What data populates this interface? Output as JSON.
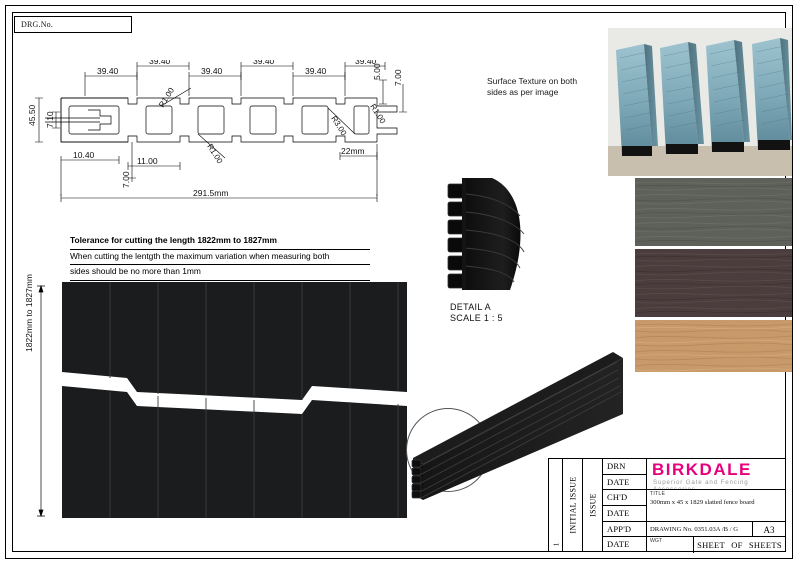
{
  "drawing": {
    "drgno_label": "DRG.No.",
    "sheet_size": "A3"
  },
  "cross_section": {
    "dims": {
      "overall_width": "291.5mm",
      "height": "45.50",
      "groove_height": "7.10",
      "left_offset": "10.40",
      "web_width": "11.00",
      "bottom_rib": "7.00",
      "top_rib_5": "5.00",
      "top_rib_7": "7.00",
      "lip": "22mm",
      "radius_1": "R1.00",
      "radius_1b": "R1.00",
      "radius_3": "R3.00",
      "pitch": "39.40"
    },
    "pitch_labels": [
      "39.40",
      "39.40",
      "39.40",
      "39.40",
      "39.40",
      "39.40"
    ]
  },
  "notes": {
    "surface_texture": "Surface Texture on both\nsides as per image",
    "surface_texture_line1": "Surface Texture on both",
    "surface_texture_line2": "sides as per image",
    "tolerance_line1": "Tolerance for cutting the length 1822mm to 1827mm",
    "tolerance_line2": "When cutting the lentgth the maximum variation when measuring both",
    "tolerance_line3": "sides should be no more than 1mm"
  },
  "detail": {
    "name": "DETAIL A",
    "scale": "SCALE 1 : 5"
  },
  "board_view": {
    "length_dim": "1822mm to 1827mm"
  },
  "swatches": [
    {
      "name": "blue-grey-slatted-boards-photo",
      "color": "#6f9fb0"
    },
    {
      "name": "grey-green-woodgrain",
      "color": "#5c6159"
    },
    {
      "name": "dark-brown-woodgrain",
      "color": "#4a3c3c"
    },
    {
      "name": "light-oak-woodgrain",
      "color": "#c79a68"
    }
  ],
  "title_block": {
    "rev_number": "1",
    "initial_issue": "INITIAL ISSUE",
    "issue": "ISSUE",
    "fields": [
      "DRN",
      "DATE",
      "CH'D",
      "DATE",
      "APP'D",
      "DATE"
    ],
    "company": "BIRKDALE",
    "tagline": "Superior Gate and Fencing Accessories",
    "title_label": "TITLE",
    "title_text": "300mm x 45 x 1829 slatted fence board",
    "drawing_no_label": "DRAWING No.",
    "drawing_no": "0351.03A /B / G",
    "size": "A3",
    "wgt_label": "WGT",
    "sheet": "SHEET",
    "of": "OF",
    "sheets": "SHEETS"
  },
  "colors": {
    "brand_magenta": "#E6007E",
    "tagline_grey": "#9a9a9a",
    "board_black": "#17191a",
    "line": "#000000"
  }
}
